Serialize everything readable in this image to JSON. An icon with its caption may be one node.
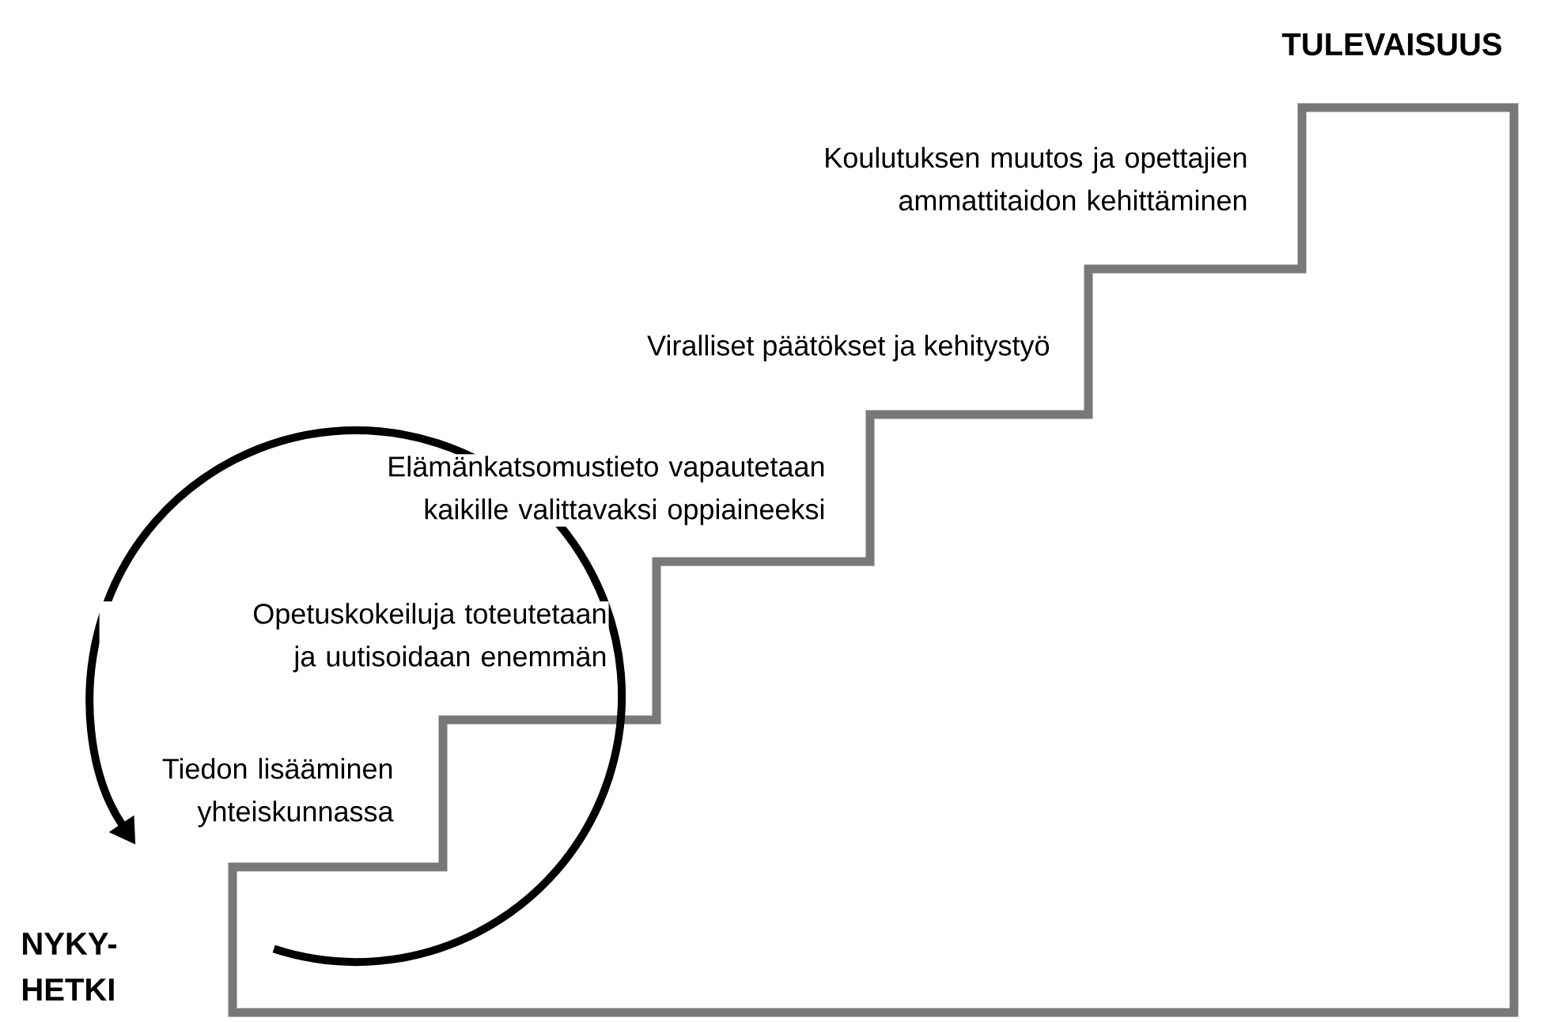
{
  "diagram": {
    "labels": [
      "TULEVAISUUS",
      "Koulutuksen muutos ja opettajien ammattitaidon kehittäminen",
      "Viralliset päätökset ja kehitystyö",
      "Elämänkatsomustieto vapautetaan kaikille valittavaksi oppiaineeksi",
      "Opetuskokeiluja toteutetaan ja uutisoidaan enemmän",
      "Tiedon lisääminen yhteiskunnassa",
      "NYKY-HETKI"
    ]
  }
}
